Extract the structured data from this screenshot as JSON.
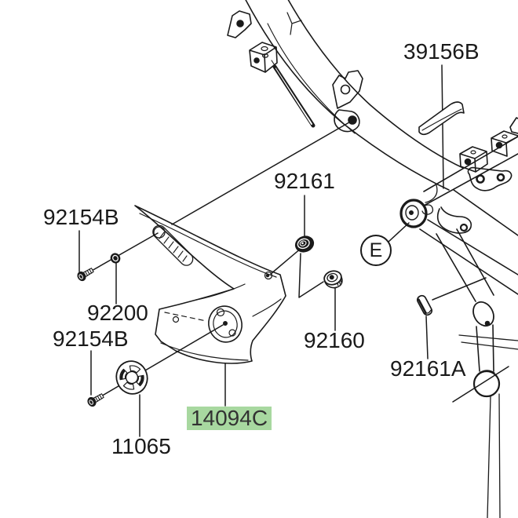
{
  "diagram": {
    "type": "exploded-parts-diagram",
    "background": "#ffffff",
    "line_color": "#1a1a1a",
    "highlight_color": "#a8d8a0",
    "labels": {
      "screw_upper": "92154B",
      "washer": "92200",
      "screw_lower": "92154B",
      "pivot_cover": "11065",
      "shroud": "14094C",
      "nut": "92161",
      "damper": "92160",
      "pattern": "39156B",
      "damper_a": "92161A",
      "frame_ref": "E"
    }
  }
}
